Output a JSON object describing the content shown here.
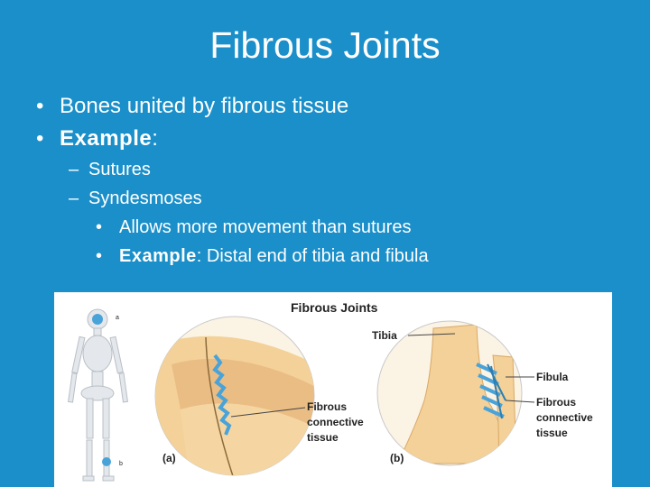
{
  "slide": {
    "title": "Fibrous Joints",
    "bullets": [
      {
        "text": "Bones united by fibrous tissue"
      },
      {
        "bold": "Example",
        "text": ":"
      }
    ],
    "sub_items": [
      "Sutures",
      "Syndesmoses"
    ],
    "sub_sub_items": [
      {
        "text": "Allows more movement than sutures"
      },
      {
        "bold": "Example",
        "text": ": Distal end of tibia and fibula"
      }
    ]
  },
  "figure": {
    "title": "Fibrous Joints",
    "labels": {
      "tibia": "Tibia",
      "fibula": "Fibula",
      "fibrous_a_line1": "Fibrous",
      "fibrous_a_line2": "connective",
      "fibrous_a_line3": "tissue",
      "fibrous_b_line1": "Fibrous",
      "fibrous_b_line2": "connective",
      "fibrous_b_line3": "tissue",
      "panel_a": "(a)",
      "panel_b": "(b)"
    },
    "skeleton_markers": [
      "a",
      "b"
    ]
  },
  "colors": {
    "background": "#1a8fc9",
    "text": "#ffffff",
    "bone": "#f3d199",
    "bone_dark": "#d9a866",
    "ligament": "#4aa3d8"
  }
}
